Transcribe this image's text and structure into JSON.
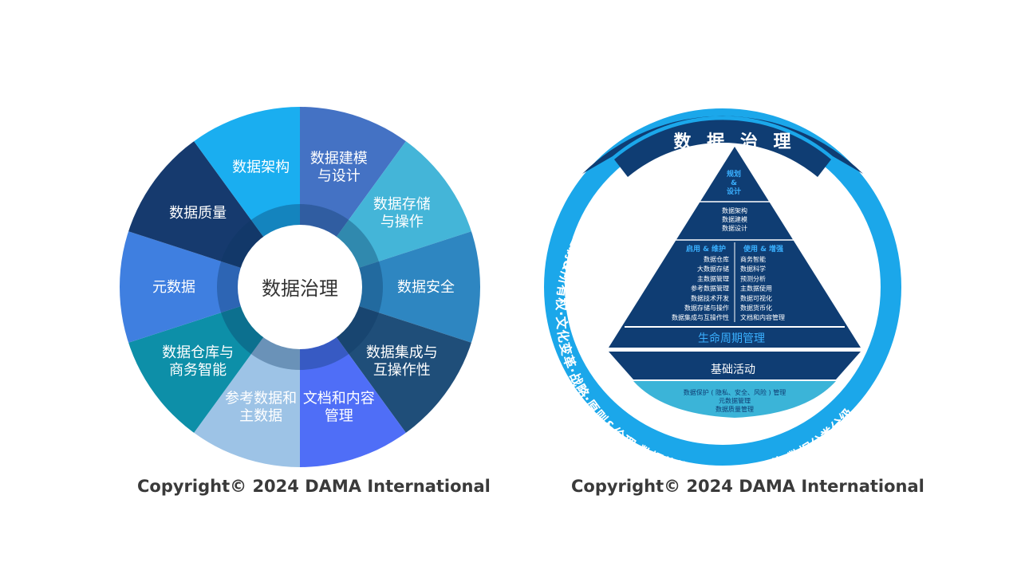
{
  "wheel": {
    "center_label": "数据治理",
    "segments": [
      {
        "lines": [
          "数据建模",
          "与设计"
        ],
        "color": "#4472C4"
      },
      {
        "lines": [
          "数据存储",
          "与操作"
        ],
        "color": "#44B5D8"
      },
      {
        "lines": [
          "数据安全"
        ],
        "color": "#2E86C1"
      },
      {
        "lines": [
          "数据集成与",
          "互操作性"
        ],
        "color": "#1F4E79"
      },
      {
        "lines": [
          "文档和内容",
          "管理"
        ],
        "color": "#4F6EF7"
      },
      {
        "lines": [
          "参考数据和",
          "主数据"
        ],
        "color": "#9DC3E6"
      },
      {
        "lines": [
          "数据仓库与",
          "商务智能"
        ],
        "color": "#0D8FA8"
      },
      {
        "lines": [
          "元数据"
        ],
        "color": "#3F7FE0"
      },
      {
        "lines": [
          "数据质量"
        ],
        "color": "#163A6E"
      },
      {
        "lines": [
          "数据架构"
        ],
        "color": "#1AAEF0"
      }
    ],
    "copyright": "Copyright© 2024 DAMA International"
  },
  "pyramid": {
    "top_band": "数 据 治 理",
    "ring_text": "政策·责任制&所有权·文化变革·战略·原则&伦理·数据估值·数据成熟度评估·数据分类分级",
    "apex_title": [
      "规划",
      "&",
      "设计"
    ],
    "apex_items": [
      "数据架构",
      "数据建模",
      "数据设计"
    ],
    "left_title": "启用 & 维护",
    "left_items": [
      "数据仓库",
      "大数据存储",
      "主数据管理",
      "参考数据管理",
      "数据技术开发",
      "数据存储与操作",
      "数据集成与互操作性"
    ],
    "right_title": "使用 & 增强",
    "right_items": [
      "商务智能",
      "数据科学",
      "预测分析",
      "主数据使用",
      "数据可视化",
      "数据货币化",
      "文档和内容管理"
    ],
    "lifecycle": "生命周期管理",
    "foundation": "基础活动",
    "foundation_items": [
      "数据保护 ( 隐私、安全、风险 ) 管理",
      "元数据管理",
      "数据质量管理"
    ],
    "copyright": "Copyright© 2024 DAMA International"
  }
}
